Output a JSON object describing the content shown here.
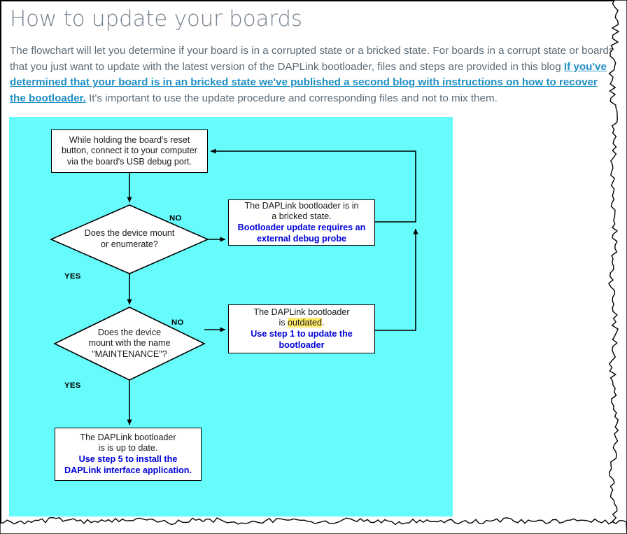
{
  "page": {
    "title": "How to update your boards"
  },
  "intro": {
    "part1": "The flowchart will let you determine if your board is in a corrupted state or a bricked state. For boards in a corrupt state or boards that you just want to update with the latest version of the DAPLink bootloader, files and steps are provided in this blog ",
    "link": "If you've determined that your board is in an bricked state we've published a second blog with instructions on how to recover the bootloader.",
    "part2": " It's important to use the update procedure and corresponding files and not to mix them."
  },
  "colors": {
    "flowchart_background": "#66fcfc",
    "node_fill": "#ffffff",
    "node_stroke": "#000000",
    "blue_text": "#0000d8",
    "highlight": "#ffeb6b",
    "link": "#1f8fc6",
    "heading": "#76838f",
    "body": "#5c6b77"
  },
  "flowchart": {
    "nodes": {
      "start": {
        "line1": "While holding the board's reset",
        "line2": "button, connect it to your computer",
        "line3": "via the board's USB debug port."
      },
      "decision_mount": {
        "line1": "Does the device mount",
        "line2": "or enumerate?"
      },
      "decision_name": {
        "line1": "Does the device",
        "line2": "mount with the name",
        "line3": "\"MAINTENANCE\"?"
      },
      "bricked": {
        "line1": "The DAPLink bootloader is in",
        "line2": "a bricked state.",
        "action1": "Bootloader update requires an",
        "action2": "external debug probe"
      },
      "outdated": {
        "line1_a": "The DAPLink bootloader",
        "line2_a": "is ",
        "line2_highlight": "outdated",
        "line2_b": ".",
        "action1": "Use step 1 to update the",
        "action2": "bootloader"
      },
      "uptodate": {
        "line1": "The DAPLink bootloader",
        "line2": "is is up to date.",
        "action1": "Use step 5 to install the",
        "action2": "DAPLink interface application."
      }
    },
    "edge_labels": {
      "no_1": "NO",
      "no_2": "NO",
      "yes_1": "YES",
      "yes_2": "YES"
    }
  }
}
